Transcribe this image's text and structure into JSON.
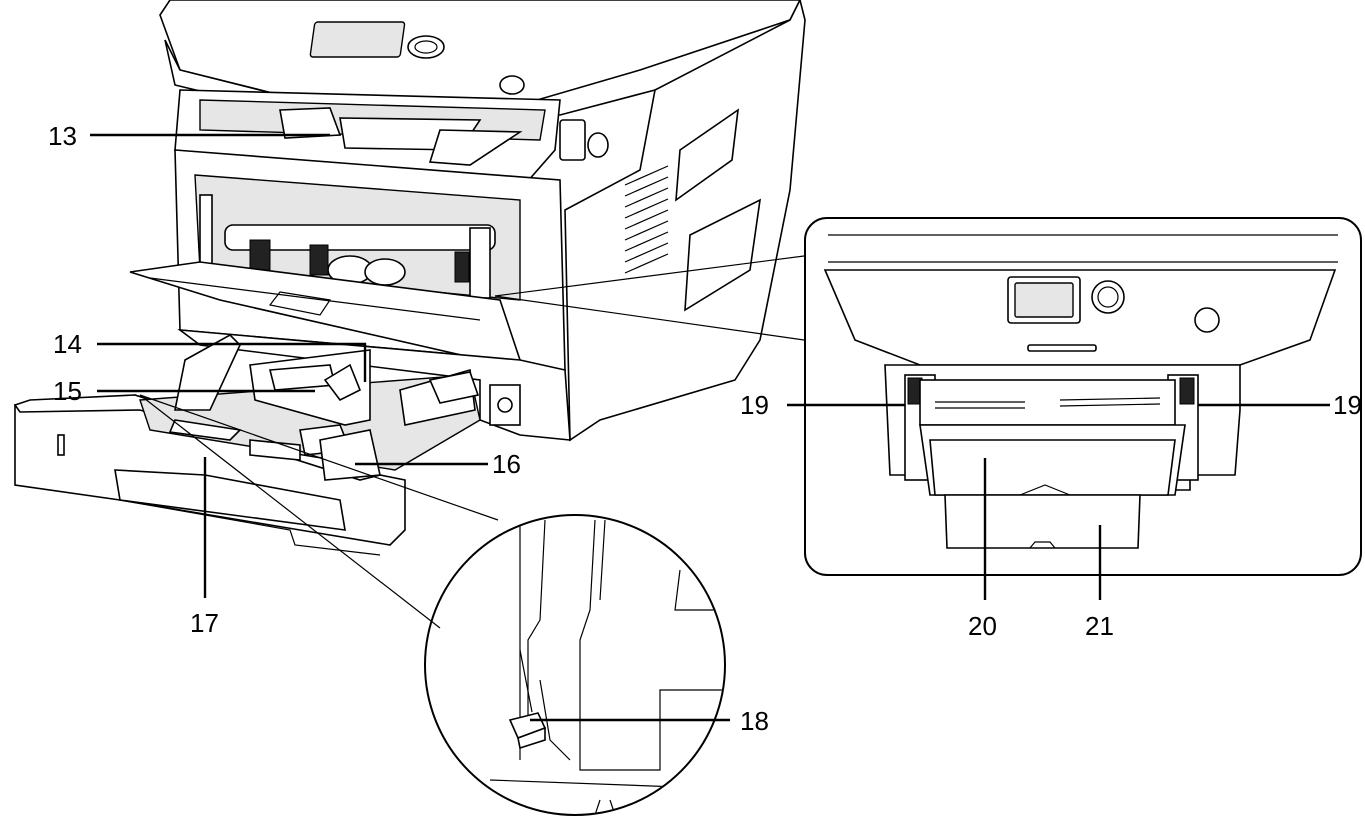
{
  "diagram": {
    "callouts": [
      "13",
      "14",
      "15",
      "16",
      "17",
      "18",
      "19",
      "19",
      "20",
      "21"
    ]
  },
  "icons": {
    "printer": "printer-front-view",
    "inset_panel": "manual-feed-tray-closeup",
    "inset_circle": "paper-stopper-closeup"
  }
}
